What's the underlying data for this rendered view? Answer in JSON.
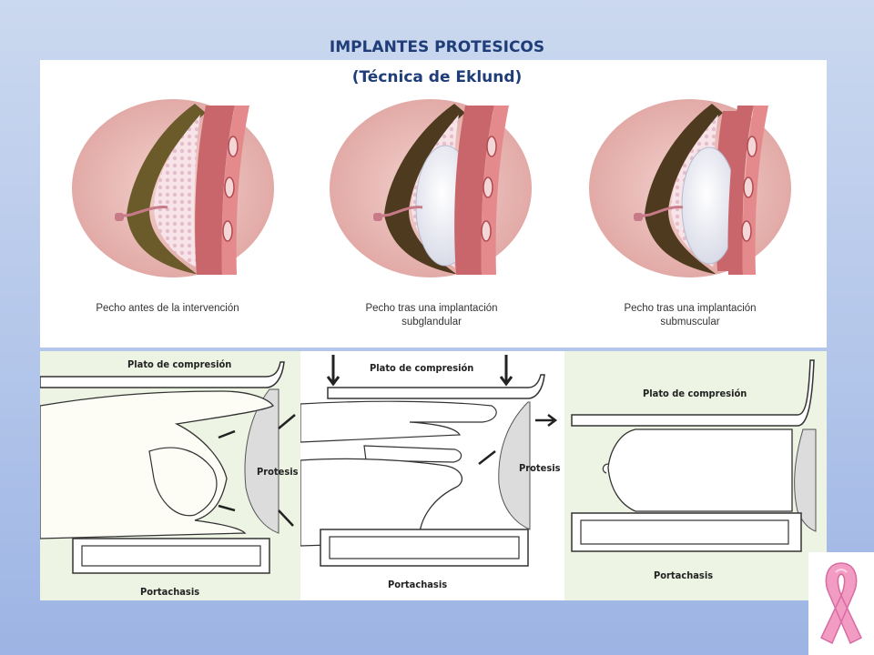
{
  "title": {
    "line1": "IMPLANTES PROTESICOS",
    "line2": "(Técnica de Eklund)"
  },
  "top_panel": {
    "captions": [
      {
        "line1": "Pecho antes de la intervención",
        "line2": ""
      },
      {
        "line1": "Pecho tras una implantación",
        "line2": "subglandular"
      },
      {
        "line1": "Pecho tras una implantación",
        "line2": "submuscular"
      }
    ]
  },
  "bottom_panels": [
    {
      "top_label": "Plato de compresión",
      "side_label": "Protesis",
      "bottom_label": "Portachasis"
    },
    {
      "top_label": "Plato de compresión",
      "side_label": "Protesis",
      "bottom_label": "Portachasis"
    },
    {
      "top_label": "Plato de compresión",
      "side_label": "",
      "bottom_label": "Portachasis"
    }
  ],
  "colors": {
    "title": "#1f3d78",
    "background_top": "#cbd8ef",
    "background_bottom": "#9db4e4",
    "ribbon": "#f29cc4",
    "circle": "#e9b9b4"
  },
  "icons": [
    "pink-ribbon-icon"
  ]
}
